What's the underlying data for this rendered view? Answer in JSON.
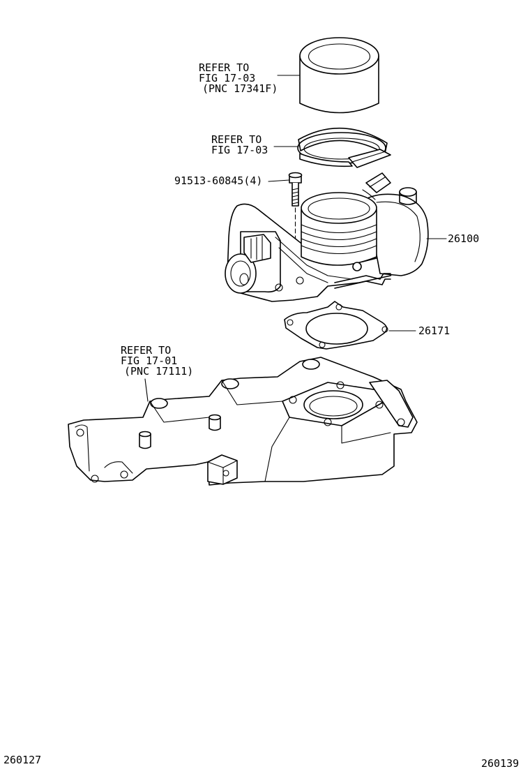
{
  "callouts": {
    "air_hose": {
      "line1": "REFER TO",
      "line2": "FIG 17-03",
      "line3": "(PNC 17341F)"
    },
    "hose_clamp": {
      "line1": "REFER TO",
      "line2": "FIG 17-03"
    },
    "bolt": {
      "text": "91513-60845(4)"
    },
    "throttle_body": {
      "text": "26100"
    },
    "gasket": {
      "text": "26171"
    },
    "intake_manifold": {
      "line1": "REFER TO",
      "line2": "FIG 17-01",
      "line3": "(PNC 17111)"
    }
  },
  "footer": {
    "left_code": "260127",
    "right_code": "260139"
  }
}
